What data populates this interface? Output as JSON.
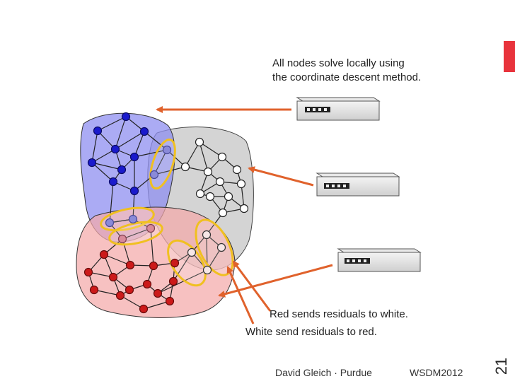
{
  "captions": {
    "solve_line1": "All nodes solve locally using",
    "solve_line2": "the coordinate descent method.",
    "red_to_white": "Red sends residuals to white.",
    "white_to_red": "White send residuals to red."
  },
  "footer": {
    "author": "David Gleich · Purdue",
    "venue": "WSDM2012",
    "page_number": "21"
  },
  "colors": {
    "accent_tab": "#e8333c",
    "arrow": "#e0622c",
    "blue_region": "#8f8ff0",
    "white_region": "#c9c9c9",
    "red_region": "#f4a9a9",
    "blue_node": "#1a1acc",
    "red_node": "#cc1a1a",
    "overlap_ellipse": "#f0c020"
  },
  "icons": {
    "server": "server-box-icon"
  }
}
